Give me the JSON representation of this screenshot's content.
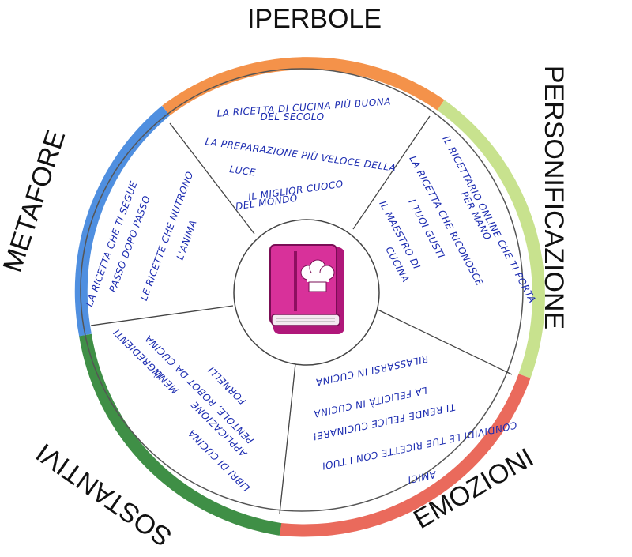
{
  "center": {
    "icon": "cookbook-icon"
  },
  "sectors": [
    {
      "key": "iperbole",
      "title": "IPERBOLE",
      "color": "#f4924a",
      "lines": [
        "LA RICETTA DI CUCINA PIÙ BUONA",
        "DEL SECOLO",
        "LA PREPARAZIONE PIÙ VELOCE DELLA",
        "LUCE",
        "IL MIGLIOR CUOCO",
        "DEL MONDO"
      ]
    },
    {
      "key": "personificazione",
      "title": "PERSONIFICAZIONE",
      "color": "#c8e28e",
      "lines": [
        "IL RICETTARIO ONLINE CHE TI PORTA",
        "PER MANO",
        "LA RICETTA CHE RICONOSCE",
        "I TUOI GUSTI",
        "IL MAESTRO DI",
        "CUCINA"
      ]
    },
    {
      "key": "emozioni",
      "title": "EMOZIONI",
      "color": "#ea6a5c",
      "lines": [
        "CONDIVIDI LE TUE RICETTE CON I TUOI",
        "AMICI",
        "TI RENDE FELICE CUCINARE!",
        "LA FELICITÀ IN CUCINA",
        "RILASSARSI IN CUCINA"
      ]
    },
    {
      "key": "sostantivi",
      "title": "SOSTANTIVI",
      "color": "#3f8f46",
      "lines": [
        "LIBRI DI CUCINA",
        "APPLICAZIONE",
        "MENÙ",
        "INGREDIENTI",
        "PENTOLE, ROBOT DA CUCINA",
        "FORNELLI"
      ]
    },
    {
      "key": "metafore",
      "title": "METAFORE",
      "color": "#4f8fe0",
      "lines": [
        "LA RICETTA CHE TI SEGUE",
        "PASSO DOPO PASSO",
        "LE RICETTE CHE NUTRONO",
        "L'ANIMA"
      ]
    }
  ]
}
